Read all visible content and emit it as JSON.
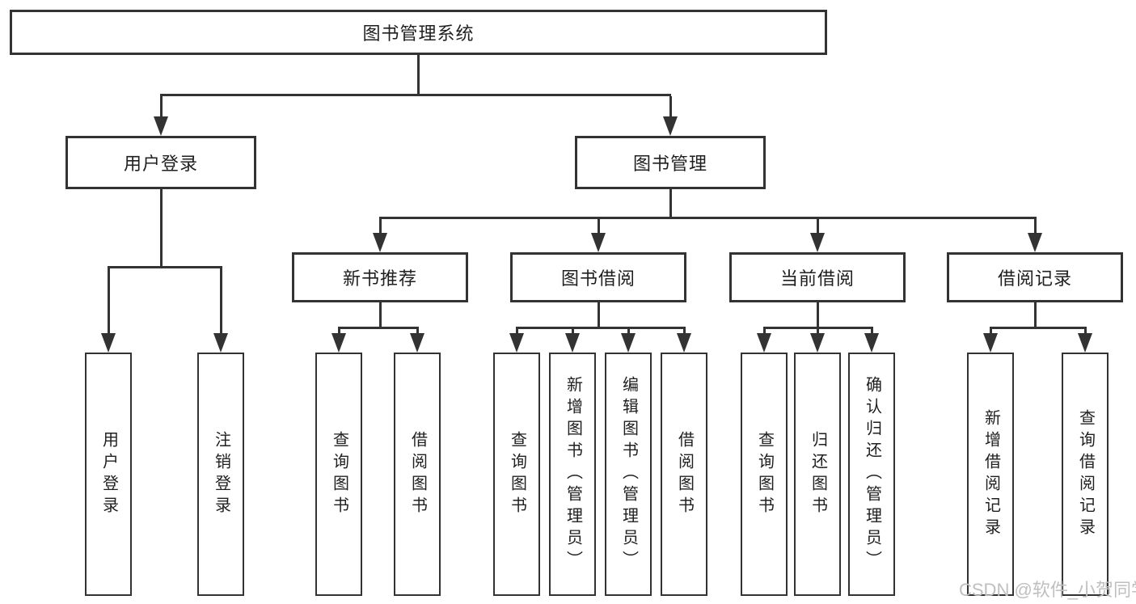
{
  "colors": {
    "line": "#333333",
    "text": "#1f1f1f",
    "watermark": "#bfbfbf",
    "background": "#ffffff"
  },
  "watermark": {
    "text": "CSDN @软件_小贺同学"
  },
  "tree": {
    "root": {
      "label": "图书管理系统",
      "children": [
        {
          "label": "用户登录",
          "children": [
            {
              "label": "用户登录"
            },
            {
              "label": "注销登录"
            }
          ]
        },
        {
          "label": "图书管理",
          "children": [
            {
              "label": "新书推荐",
              "children": [
                {
                  "label": "查询图书"
                },
                {
                  "label": "借阅图书"
                }
              ]
            },
            {
              "label": "图书借阅",
              "children": [
                {
                  "label": "查询图书"
                },
                {
                  "label": "新增图书（管理员）"
                },
                {
                  "label": "编辑图书（管理员）"
                },
                {
                  "label": "借阅图书"
                }
              ]
            },
            {
              "label": "当前借阅",
              "children": [
                {
                  "label": "查询图书"
                },
                {
                  "label": "归还图书"
                },
                {
                  "label": "确认归还（管理员）"
                }
              ]
            },
            {
              "label": "借阅记录",
              "children": [
                {
                  "label": "新增借阅记录"
                },
                {
                  "label": "查询借阅记录"
                }
              ]
            }
          ]
        }
      ]
    }
  }
}
